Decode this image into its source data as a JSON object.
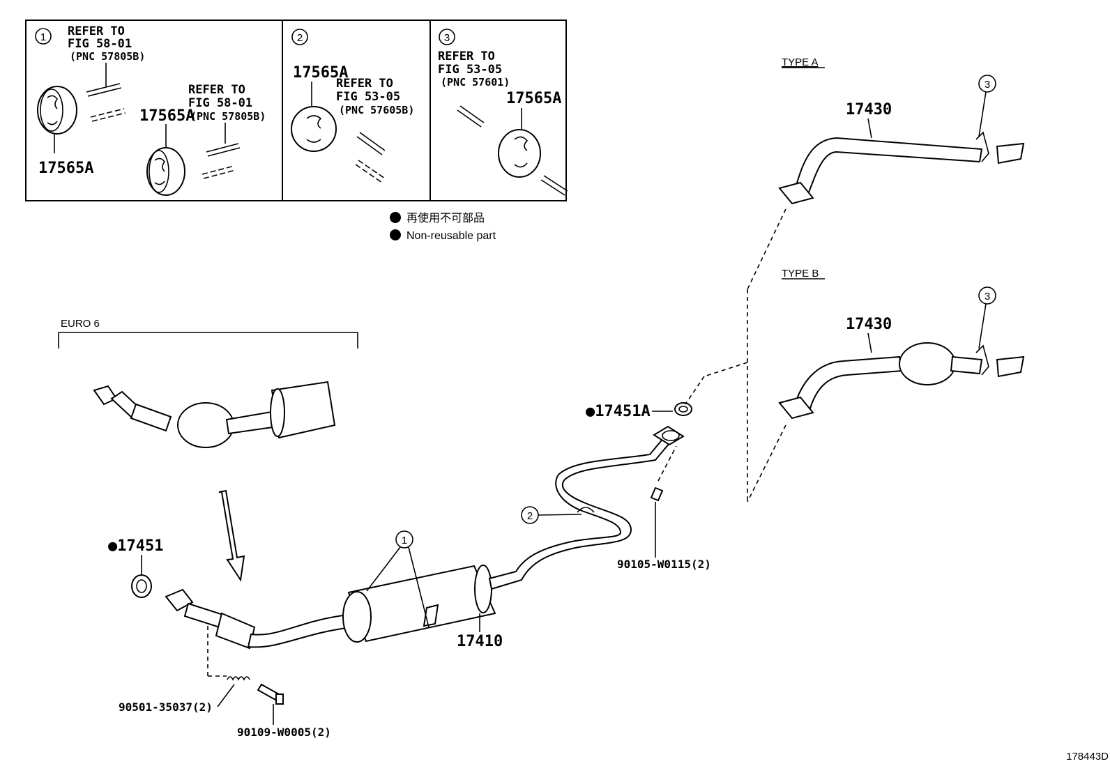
{
  "boxes": [
    {
      "number": "1",
      "ref1": [
        "REFER TO",
        "FIG 58-01",
        "(PNC 57805B)"
      ],
      "ref2": [
        "REFER TO",
        "FIG 58-01",
        "(PNC 57805B)"
      ],
      "part_a": "17565A",
      "part_b": "17565A"
    },
    {
      "number": "2",
      "part": "17565A",
      "ref": [
        "REFER TO",
        "FIG 53-05",
        "(PNC 57605B)"
      ]
    },
    {
      "number": "3",
      "part": "17565A",
      "ref": [
        "REFER TO",
        "FIG 53-05",
        "(PNC 57601)"
      ]
    }
  ],
  "legend": [
    {
      "symbol": "filled-dot",
      "text": "再使用不可部品"
    },
    {
      "symbol": "filled-dot",
      "text": "Non-reusable part"
    }
  ],
  "labels": {
    "euro6": "EURO 6",
    "type_a": "TYPE A",
    "type_b": "TYPE B",
    "tail_pipe_a": "17430",
    "tail_pipe_b": "17430",
    "callout_3_a": "3",
    "callout_3_b": "3",
    "callout_2": "2",
    "callout_1": "1",
    "gasket_17451a": "●17451A",
    "gasket_17451": "●17451",
    "bolt_90105": "90105-W0115(2)",
    "muffler_17410": "17410",
    "spring_90501": "90501-35037(2)",
    "bolt_90109": "90109-W0005(2)",
    "figure_id": "178443D"
  }
}
